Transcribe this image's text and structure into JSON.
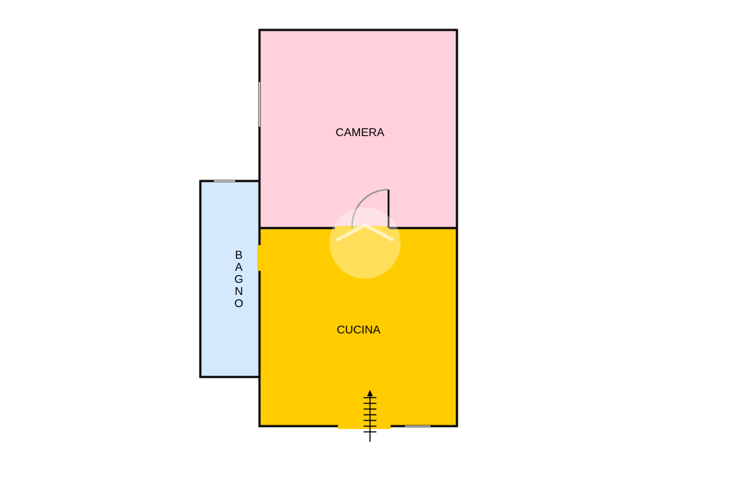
{
  "rooms": {
    "camera": {
      "label": "CAMERA",
      "color": "#ffd1dc"
    },
    "cucina": {
      "label": "CUCINA",
      "color": "#ffcc00"
    },
    "bagno": {
      "label_letters": [
        "B",
        "A",
        "G",
        "N",
        "O"
      ],
      "color": "#d4e9fc"
    }
  },
  "colors": {
    "wall": "#000000",
    "door_arc": "#808080",
    "watermark": "#ffffff"
  },
  "icons": {
    "watermark": "home-watermark-icon",
    "entrance": "entrance-arrow-icon"
  }
}
